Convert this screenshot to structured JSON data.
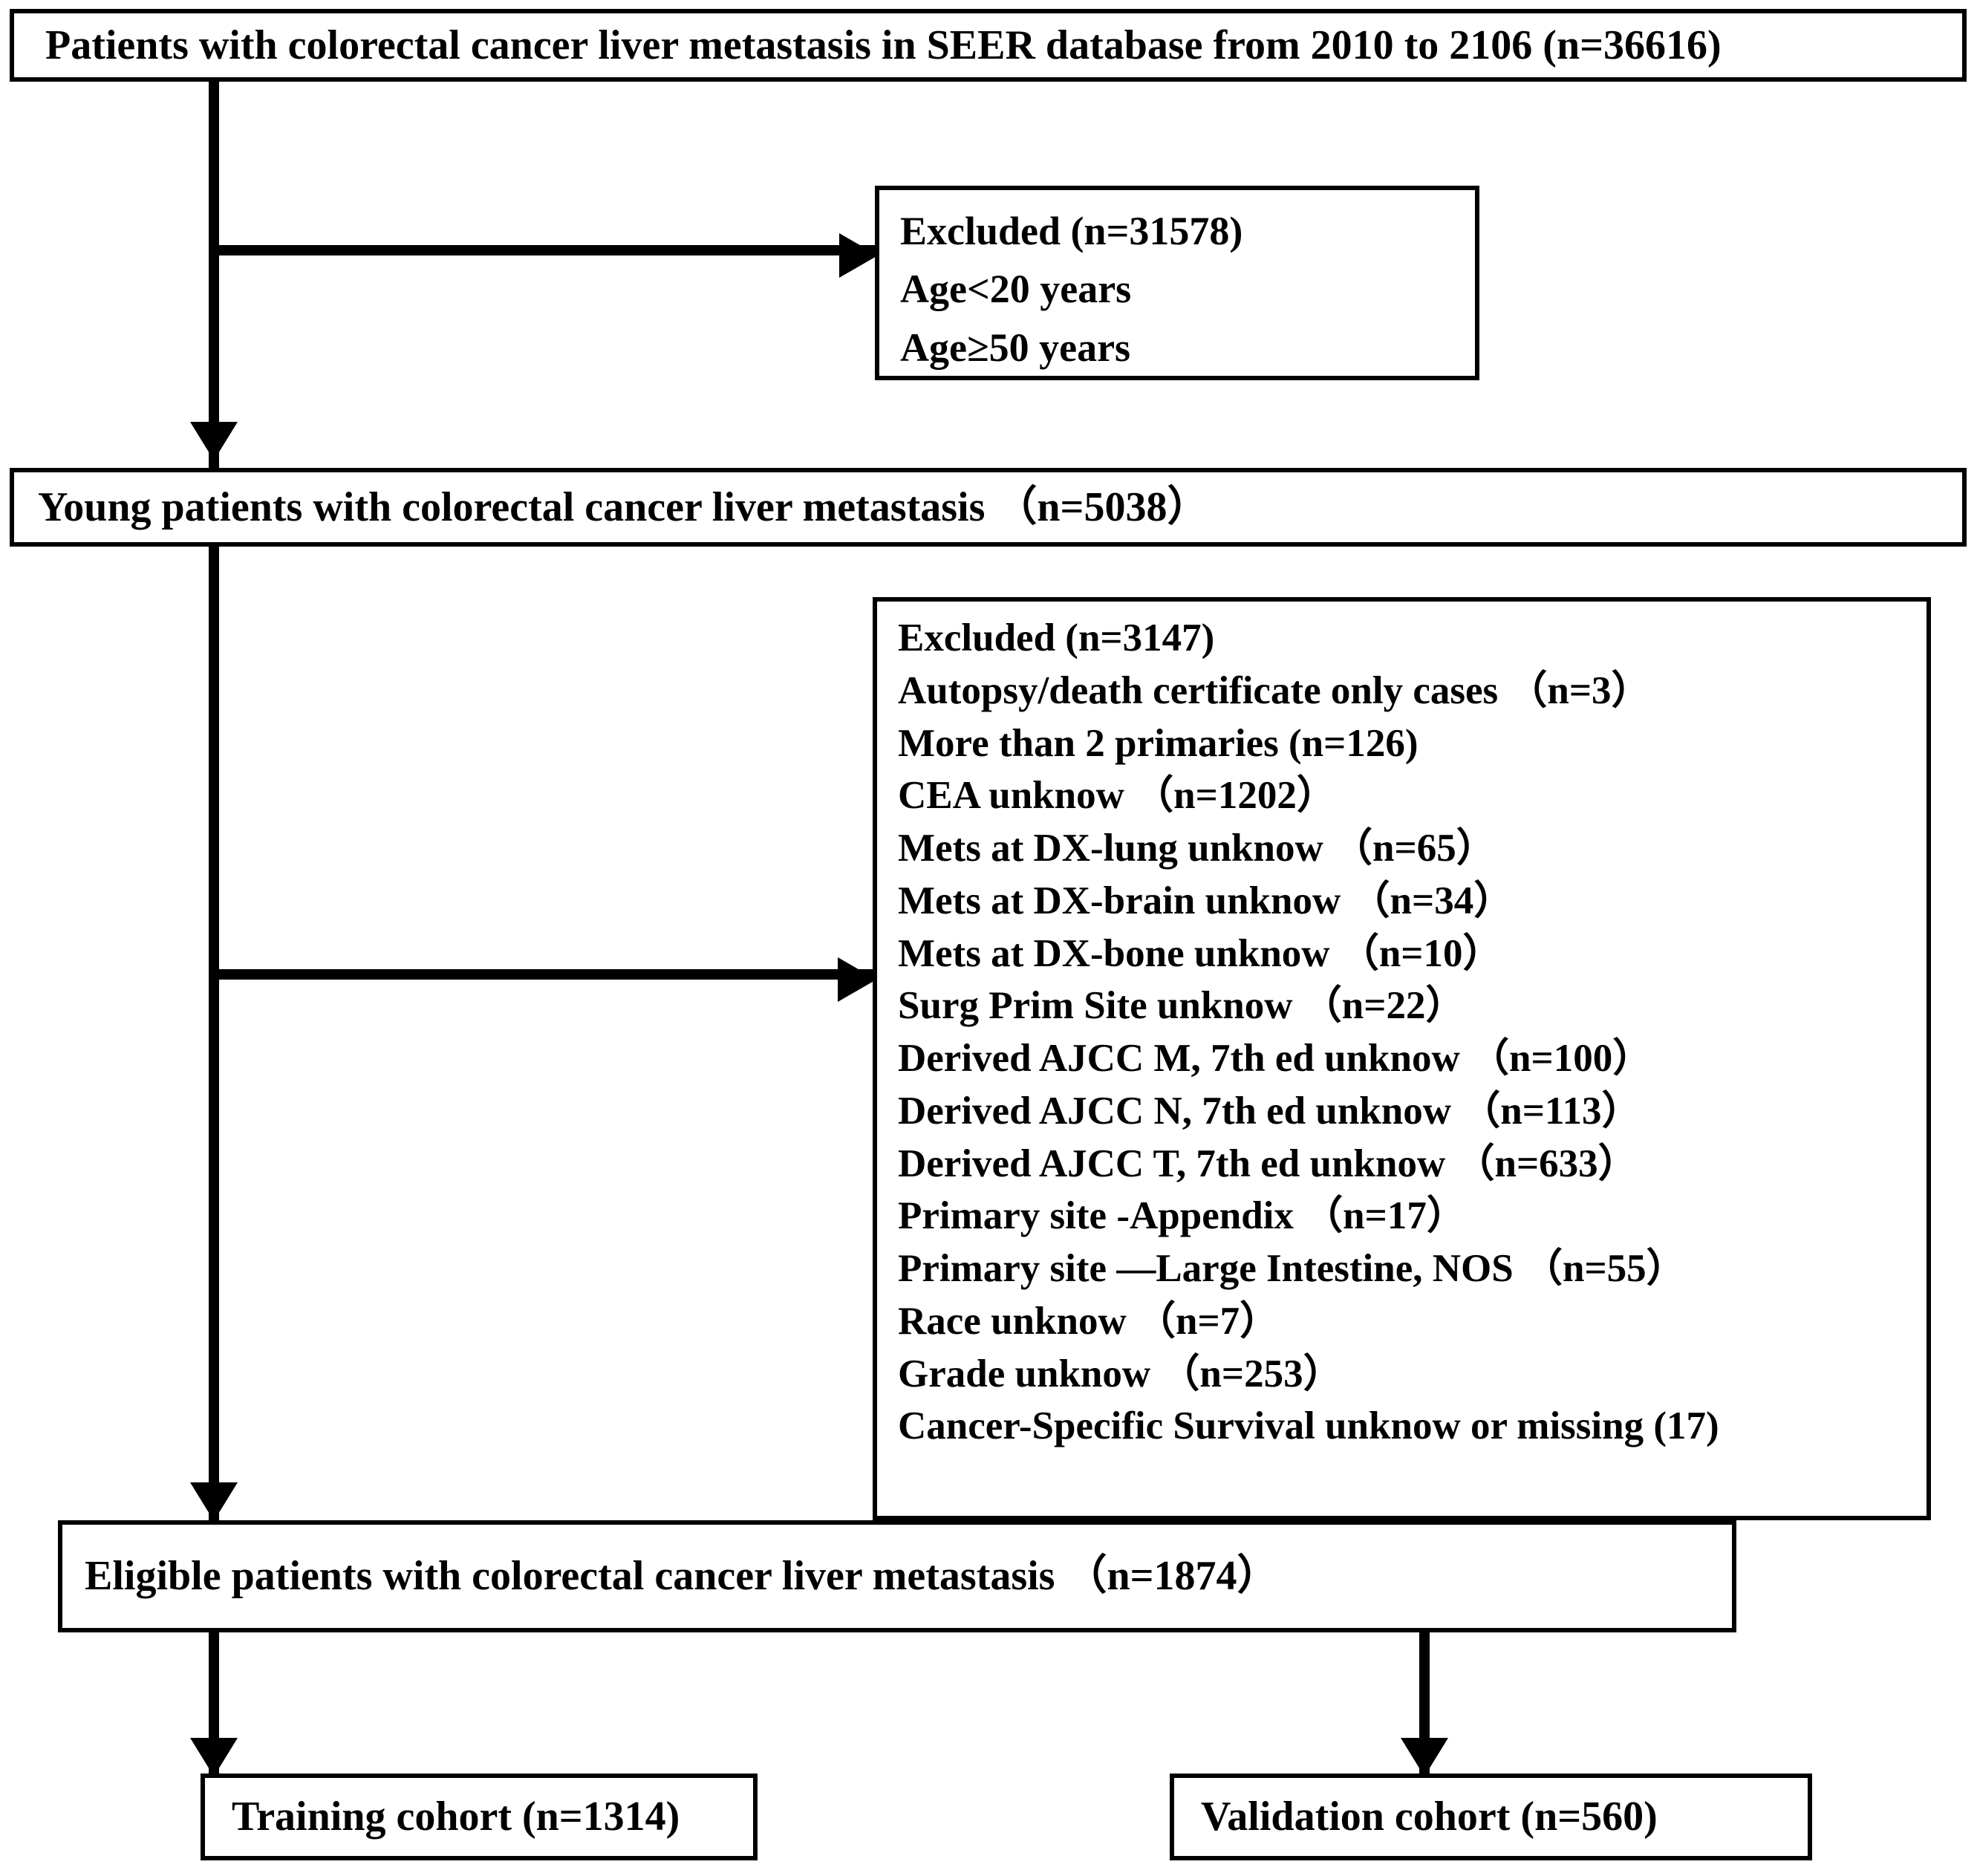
{
  "figure": {
    "type": "flowchart",
    "title": "Patient selection flow diagram (SEER colorectal cancer liver metastasis)"
  },
  "nodes": {
    "source": {
      "label": "Patients with colorectal cancer liver metastasis in SEER database from 2010 to 2106 (n=36616)"
    },
    "excluded_1": {
      "lines": [
        "Excluded (n=31578)",
        "Age<20 years",
        "Age≥50 years"
      ]
    },
    "young": {
      "label": "Young patients with colorectal cancer liver metastasis （n=5038）"
    },
    "excluded_2": {
      "lines": [
        "Excluded (n=3147)",
        "Autopsy/death certificate only cases （n=3）",
        "More than 2 primaries (n=126)",
        "CEA unknow （n=1202）",
        "Mets at DX-lung  unknow （n=65）",
        "Mets at DX-brain unknow （n=34）",
        "Mets at DX-bone unknow （n=10）",
        "Surg Prim Site unknow （n=22）",
        "Derived AJCC M, 7th ed unknow （n=100）",
        "Derived AJCC N, 7th ed unknow （n=113）",
        "Derived AJCC T, 7th ed  unknow （n=633）",
        "Primary site -Appendix （n=17）",
        "Primary site —Large Intestine, NOS （n=55）",
        "Race unknow （n=7）",
        "Grade unknow （n=253）",
        "Cancer-Specific Survival unknow or missing (17)"
      ]
    },
    "eligible": {
      "label": "Eligible patients with colorectal cancer liver metastasis （n=1874）"
    },
    "training": {
      "label": "Training cohort (n=1314)"
    },
    "validation": {
      "label": "Validation cohort (n=560)"
    }
  },
  "colors": {
    "stroke": "#000000",
    "fill": "#ffffff",
    "text": "#000000"
  }
}
